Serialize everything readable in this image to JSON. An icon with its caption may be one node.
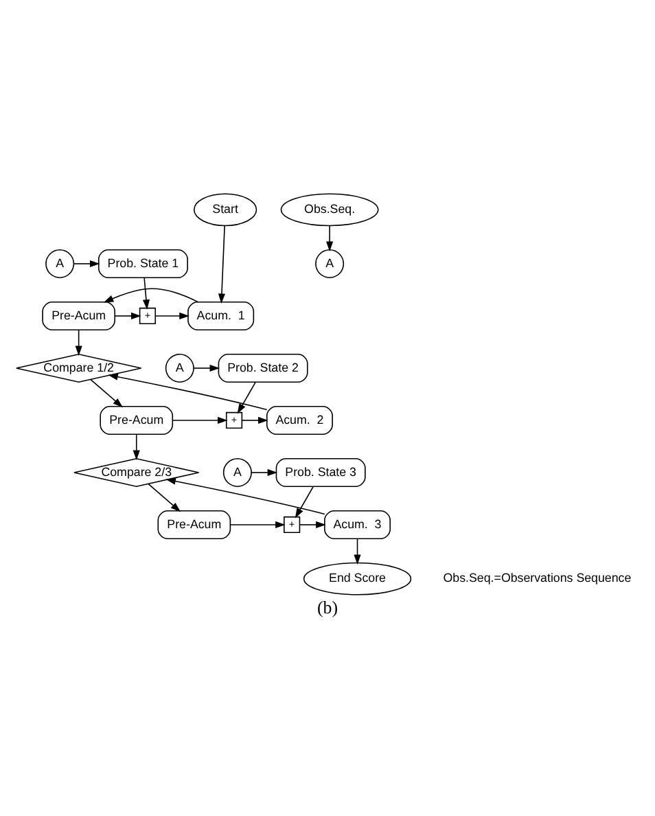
{
  "diagram": {
    "caption": "(b)",
    "nodes": [
      {
        "text": [
          "Start"
        ]
      },
      {
        "text": [
          "Obs.Seq."
        ]
      },
      {
        "text": [
          "A"
        ]
      },
      {
        "text": [
          "A"
        ]
      },
      {
        "text": [
          "Prob. State 1"
        ]
      },
      {
        "text": [
          "Pre-Acum"
        ]
      },
      {
        "text": [
          "+"
        ]
      },
      {
        "text": [
          "Acum.  1"
        ]
      },
      {
        "text": [
          "Compare 1/2"
        ]
      },
      {
        "text": [
          "A"
        ]
      },
      {
        "text": [
          "Prob. State 2"
        ]
      },
      {
        "text": [
          "Pre-Acum"
        ]
      },
      {
        "text": [
          "+"
        ]
      },
      {
        "text": [
          "Acum.  2"
        ]
      },
      {
        "text": [
          "Compare 2/3"
        ]
      },
      {
        "text": [
          "A"
        ]
      },
      {
        "text": [
          "Prob. State 3"
        ]
      },
      {
        "text": [
          "Pre-Acum"
        ]
      },
      {
        "text": [
          "+"
        ]
      },
      {
        "text": [
          "Acum.  3"
        ]
      },
      {
        "text": [
          "End Score"
        ]
      }
    ],
    "edges": [
      {
        "from": 1,
        "to": 2,
        "arrow": "to"
      },
      {
        "from": 0,
        "to": 7,
        "arrow": "to"
      },
      {
        "from": 3,
        "to": 4,
        "arrow": "to"
      },
      {
        "from": 7,
        "to": 5,
        "arrow": "to"
      },
      {
        "from": 4,
        "to": 6,
        "arrow": "to"
      },
      {
        "from": 5,
        "to": 6,
        "arrow": "to"
      },
      {
        "from": 6,
        "to": 7,
        "arrow": "to"
      },
      {
        "from": 5,
        "to": 8,
        "arrow": "to"
      },
      {
        "from": 13,
        "to": 8,
        "arrow": "to"
      },
      {
        "from": 9,
        "to": 10,
        "arrow": "to"
      },
      {
        "from": 8,
        "to": 11,
        "arrow": "to"
      },
      {
        "from": 10,
        "to": 12,
        "arrow": "to"
      },
      {
        "from": 11,
        "to": 12,
        "arrow": "to"
      },
      {
        "from": 12,
        "to": 13,
        "arrow": "to"
      },
      {
        "from": 11,
        "to": 14,
        "arrow": "to"
      },
      {
        "from": 19,
        "to": 14,
        "arrow": "to"
      },
      {
        "from": 15,
        "to": 16,
        "arrow": "to"
      },
      {
        "from": 14,
        "to": 17,
        "arrow": "to"
      },
      {
        "from": 16,
        "to": 18,
        "arrow": "to"
      },
      {
        "from": 17,
        "to": 18,
        "arrow": "to"
      },
      {
        "from": 18,
        "to": 19,
        "arrow": "to"
      },
      {
        "from": 19,
        "to": 20,
        "arrow": "to"
      }
    ],
    "labels": [
      "Obs.Seq.=Observations Sequence"
    ]
  }
}
